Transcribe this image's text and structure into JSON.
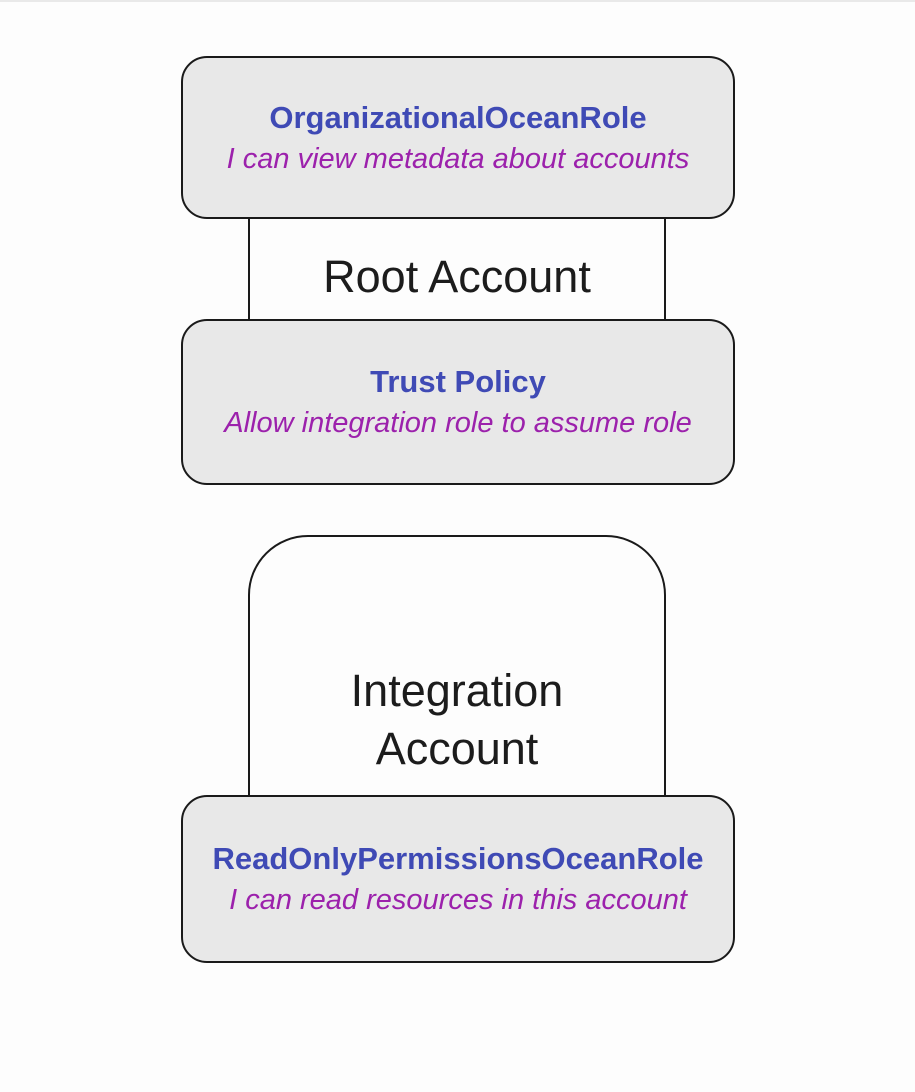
{
  "diagram": {
    "groups": [
      {
        "name": "root-account",
        "label": "Root Account",
        "nodes": [
          {
            "title": "OrganizationalOceanRole",
            "subtitle": "I can view metadata about accounts"
          },
          {
            "title": "Trust Policy",
            "subtitle": "Allow integration role to assume role"
          }
        ]
      },
      {
        "name": "integration-account",
        "label": "Integration Account",
        "nodes": [
          {
            "title": "ReadOnlyPermissionsOceanRole",
            "subtitle": "I can read resources in this account"
          }
        ]
      }
    ],
    "colors": {
      "background": "#fdfdfd",
      "node_fill": "#e8e8e8",
      "node_border": "#1a1a1a",
      "container_border": "#1a1a1a",
      "node_title": "#3f4ab5",
      "node_subtitle": "#9c21ac",
      "container_label": "#1c1c1c"
    }
  }
}
